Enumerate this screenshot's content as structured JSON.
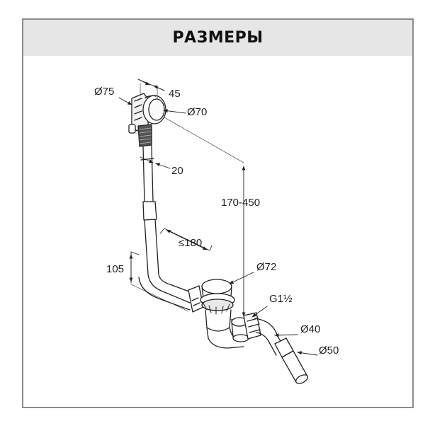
{
  "header": {
    "title": "РАЗМЕРЫ"
  },
  "dimensions": {
    "overflow_diameter": "Ø75",
    "overflow_angle_size": "45",
    "overflow_cap_diameter": "Ø70",
    "tube_offset": "20",
    "height_range": "170-450",
    "horizontal_max": "≤180",
    "drain_depth": "105",
    "drain_cap_diameter": "Ø72",
    "thread_size": "G1½",
    "outlet_inner_diameter": "Ø40",
    "outlet_outer_diameter": "Ø50"
  },
  "colors": {
    "frame": "#8c8c8c",
    "header_bg": "#e6e6e6",
    "line": "#222222"
  }
}
